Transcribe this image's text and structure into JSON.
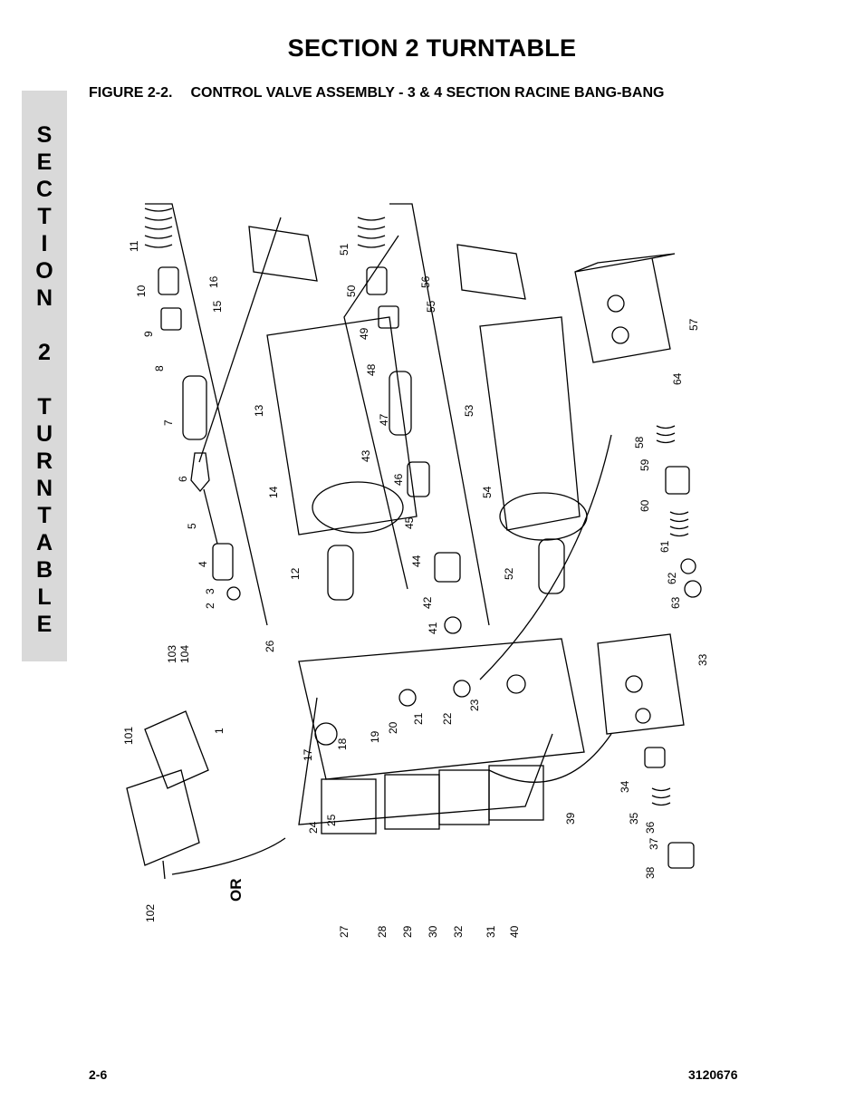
{
  "header": {
    "title": "SECTION 2  TURNTABLE"
  },
  "side_tab": {
    "letters": [
      "S",
      "E",
      "C",
      "T",
      "I",
      "O",
      "N",
      "",
      "2",
      "",
      "T",
      "U",
      "R",
      "N",
      "T",
      "A",
      "B",
      "L",
      "E"
    ]
  },
  "figure": {
    "number": "FIGURE 2-2.",
    "title": "CONTROL VALVE ASSEMBLY - 3 & 4 SECTION RACINE BANG-BANG",
    "or_label": "OR",
    "callouts": [
      "1",
      "2",
      "3",
      "4",
      "5",
      "6",
      "7",
      "8",
      "9",
      "10",
      "11",
      "12",
      "13",
      "14",
      "15",
      "16",
      "17",
      "18",
      "19",
      "20",
      "21",
      "22",
      "23",
      "24",
      "25",
      "26",
      "27",
      "28",
      "29",
      "30",
      "31",
      "32",
      "33",
      "34",
      "35",
      "36",
      "37",
      "38",
      "39",
      "40",
      "41",
      "42",
      "43",
      "44",
      "45",
      "46",
      "47",
      "48",
      "49",
      "50",
      "51",
      "52",
      "53",
      "54",
      "55",
      "56",
      "57",
      "58",
      "59",
      "60",
      "61",
      "62",
      "63",
      "64",
      "101",
      "102",
      "103",
      "104"
    ]
  },
  "footer": {
    "page": "2-6",
    "doc_number": "3120676"
  }
}
